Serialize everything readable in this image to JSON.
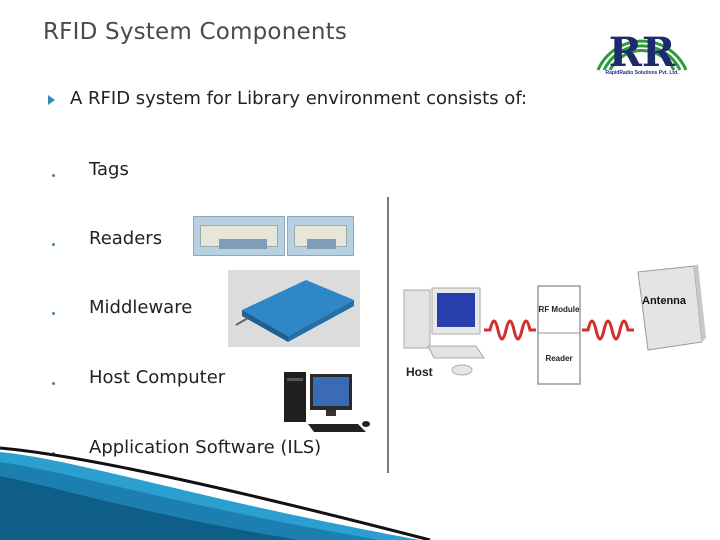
{
  "slide": {
    "title": "RFID System Components",
    "lead": "A RFID system for Library environment consists of:",
    "items": [
      "Tags",
      "Readers",
      "Middleware",
      "Host Computer",
      "Application Software (ILS)"
    ]
  },
  "logo": {
    "letters": "RR",
    "caption": "RapidRadio Solutions Pvt. Ltd."
  },
  "diagram": {
    "host_label": "Host",
    "module_label": "RF Module",
    "reader_label": "Reader",
    "antenna_label": "Antenna"
  },
  "colors": {
    "accent": "#2d8fb3",
    "logo_green": "#2e9a3a",
    "logo_navy": "#1d2a6b",
    "wave_red": "#d0312d"
  }
}
